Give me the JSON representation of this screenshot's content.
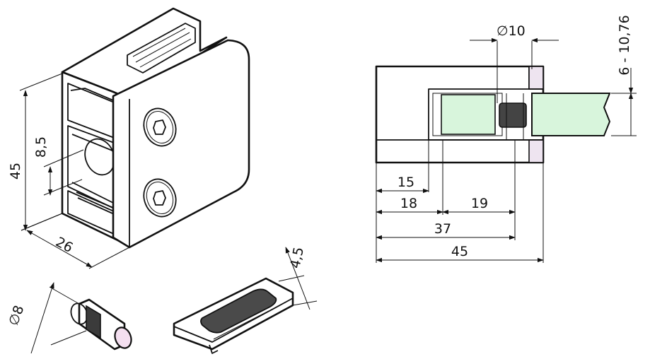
{
  "iso_dims": {
    "height": "45",
    "slot": "8,5",
    "depth": "26",
    "pin_dia": "8",
    "pad_thickness": "4,5"
  },
  "section_dims": {
    "bolt_dia": "10",
    "glass_range": "6 - 10,76",
    "d15": "15",
    "d18": "18",
    "d19": "19",
    "d37": "37",
    "d45": "45"
  },
  "colors": {
    "line": "#111111",
    "glass": "#d8f5dc",
    "rubber": "#444444",
    "pin_highlight": "#f4dff0",
    "edge_tint": "#eee4f0"
  }
}
